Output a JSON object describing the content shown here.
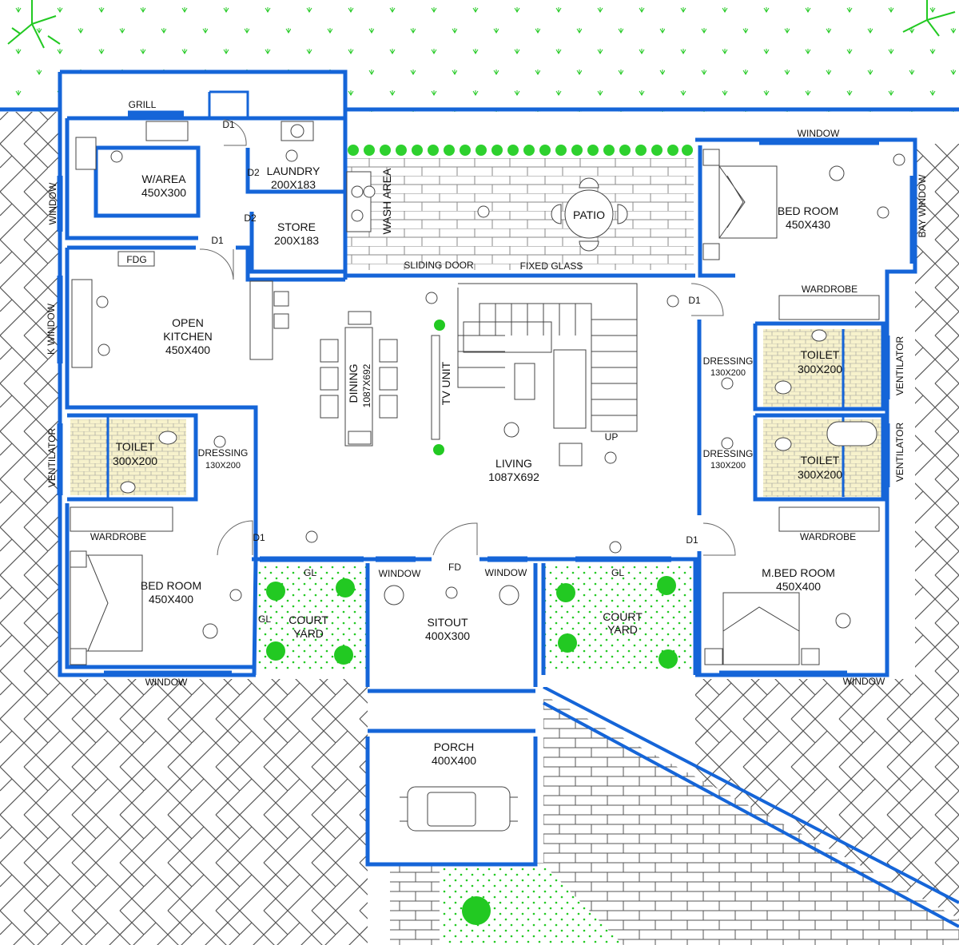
{
  "colors": {
    "wall": "#1565d8",
    "paving": "#555555",
    "grass": "#22c922",
    "tile": "#f5f0c8"
  },
  "rooms": {
    "w_area": {
      "name": "W/AREA",
      "size": "450X300"
    },
    "laundry": {
      "name": "LAUNDRY",
      "size": "200X183"
    },
    "store": {
      "name": "STORE",
      "size": "200X183"
    },
    "open_kitchen": {
      "name1": "OPEN",
      "name2": "KITCHEN",
      "size": "450X400"
    },
    "dining": {
      "name": "DINING",
      "size": "1087X692"
    },
    "tv_unit": {
      "name": "TV UNIT"
    },
    "living": {
      "name": "LIVING",
      "size": "1087X692"
    },
    "patio": {
      "name": "PATIO"
    },
    "wash_area": {
      "name": "WASH AREA"
    },
    "bed_room_top_right": {
      "name": "BED ROOM",
      "size": "450X430"
    },
    "toilet_right_top": {
      "name": "TOILET",
      "size": "300X200"
    },
    "toilet_right_bottom": {
      "name": "TOILET",
      "size": "300X200"
    },
    "dressing_right_top": {
      "name": "DRESSING",
      "size": "130X200"
    },
    "dressing_right_bottom": {
      "name": "DRESSING",
      "size": "130X200"
    },
    "toilet_left": {
      "name": "TOILET",
      "size": "300X200"
    },
    "dressing_left": {
      "name": "DRESSING",
      "size": "130X200"
    },
    "bed_room_left": {
      "name": "BED ROOM",
      "size": "450X400"
    },
    "m_bed_room": {
      "name": "M.BED ROOM",
      "size": "450X400"
    },
    "court_yard_left": {
      "name1": "COURT",
      "name2": "YARD"
    },
    "court_yard_right": {
      "name1": "COURT",
      "name2": "YARD"
    },
    "sitout": {
      "name": "SITOUT",
      "size": "400X300"
    },
    "porch": {
      "name": "PORCH",
      "size": "400X400"
    }
  },
  "labels": {
    "grill": "GRILL",
    "d1": "D1",
    "d2": "D2",
    "fdg": "FDG",
    "window": "WINDOW",
    "k_window": "K WINDOW",
    "ventilator": "VENTILATOR",
    "bay_window": "BAY WINDOW",
    "sliding_door": "SLIDING DOOR",
    "fixed_glass": "FIXED GLASS",
    "wardrobe": "WARDROBE",
    "up": "UP",
    "gl": "GL",
    "fd": "FD"
  }
}
